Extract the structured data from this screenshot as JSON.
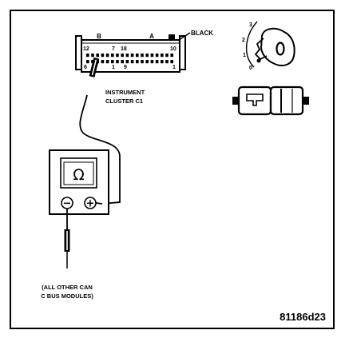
{
  "connector": {
    "callout": "BLACK",
    "section_labels": [
      "B",
      "A"
    ],
    "pin_numbers": {
      "top": [
        "12",
        "7",
        "18",
        "10"
      ],
      "bottom": [
        "6",
        "1",
        "9",
        "1"
      ]
    },
    "name_line1": "INSTRUMENT",
    "name_line2": "CLUSTER C1"
  },
  "ignition": {
    "positions": [
      "3",
      "2",
      "1",
      "0"
    ]
  },
  "meter": {
    "symbol": "Ω",
    "neg_symbol": "−",
    "pos_symbol": "+"
  },
  "note": {
    "line1": "(ALL OTHER CAN",
    "line2": "C BUS MODULES)"
  },
  "figure_id": "81186d23"
}
